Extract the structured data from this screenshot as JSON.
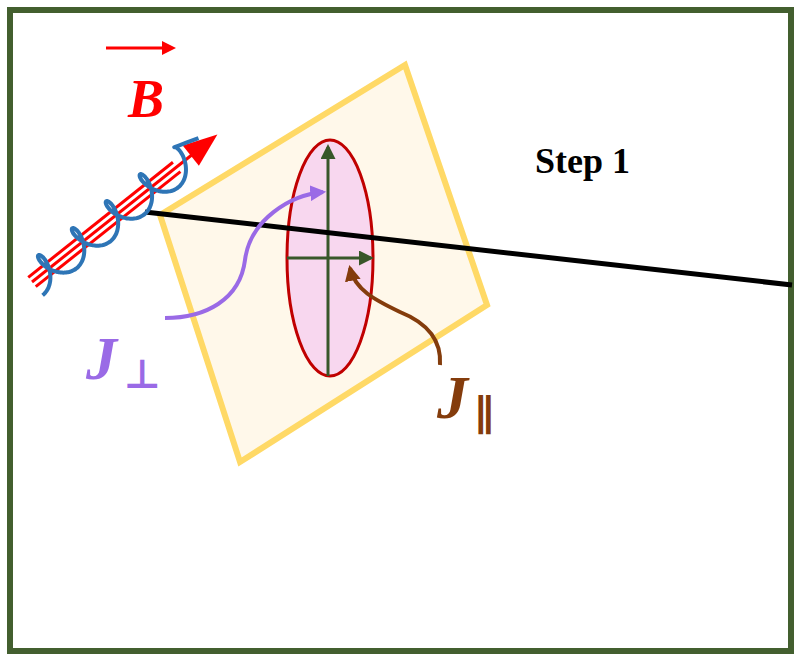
{
  "diagram": {
    "labels": [
      "B",
      "Step 1",
      "J",
      "⊥",
      "J",
      "∥"
    ]
  }
}
